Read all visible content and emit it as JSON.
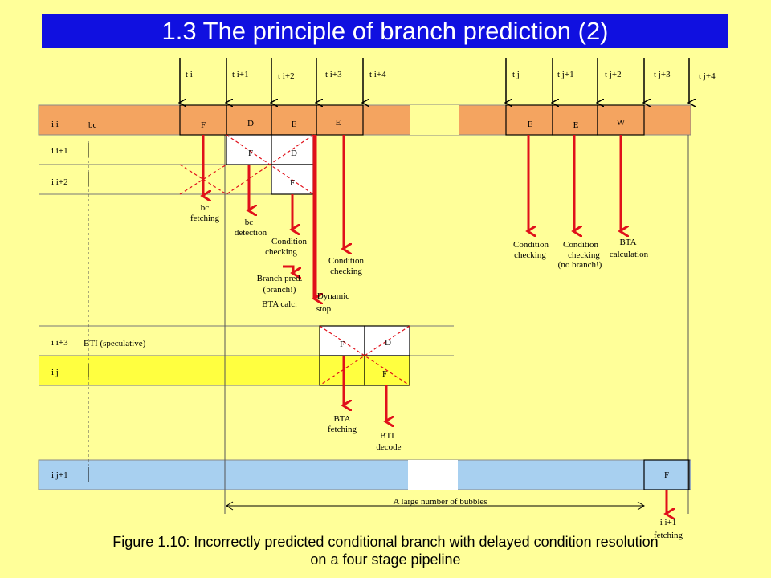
{
  "title": "1.3 The principle of branch prediction (2)",
  "caption_line1": "Figure 1.10: Incorrectly predicted conditional branch with delayed condition resolution",
  "caption_line2": "on a four stage pipeline",
  "colors": {
    "title_bg": "#1010E0",
    "background": "#FFFF99",
    "row_orange": "#F4A460",
    "row_yellow": "#FFFF40",
    "row_blue": "#A8D0F0",
    "arrow": "#E0101A"
  },
  "timeline_left": [
    "t i",
    "t i+1",
    "t i+2",
    "t i+3",
    "t i+4"
  ],
  "timeline_right": [
    "t j",
    "t j+1",
    "t j+2",
    "t j+3",
    "t j+4"
  ],
  "rows": {
    "ii": "i i",
    "ii_op": "bc",
    "ii1": "i i+1",
    "ii2": "i i+2",
    "ii3": "i i+3",
    "ii3_op": "BTI (speculative)",
    "ij": "i j",
    "ij1": "i j+1"
  },
  "stages": {
    "ii_F": "F",
    "ii_D": "D",
    "ii_E1": "E",
    "ii_E2": "E",
    "ii_E3": "E",
    "ii_E4": "E",
    "ii_W": "W",
    "ii1_F": "F",
    "ii1_D": "D",
    "ii2_F": "F",
    "ii3_F": "F",
    "ii3_D": "D",
    "ij_F": "F",
    "ij1_F": "F"
  },
  "annotations": {
    "bc_fetching": [
      "bc",
      "fetching"
    ],
    "bc_detection": [
      "bc",
      "detection"
    ],
    "cond_check1": [
      "Condition",
      "checking"
    ],
    "branch_pred": [
      "Branch pred.",
      "(branch!)",
      "BTA calc."
    ],
    "cond_check2": [
      "Condition",
      "checking"
    ],
    "dynamic_stop": [
      "Dynamic",
      "stop"
    ],
    "bta_fetching": [
      "BTA",
      "fetching"
    ],
    "bti_decode": [
      "BTI",
      "decode"
    ],
    "cond_check3": [
      "Condition",
      "checking"
    ],
    "cond_check4": [
      "Condition",
      "checking",
      "(no branch!)"
    ],
    "bta_calc": [
      "BTA",
      "calculation"
    ],
    "bubbles": "A large number of bubbles",
    "ii1_fetching": [
      "i i+1",
      "fetching"
    ]
  }
}
